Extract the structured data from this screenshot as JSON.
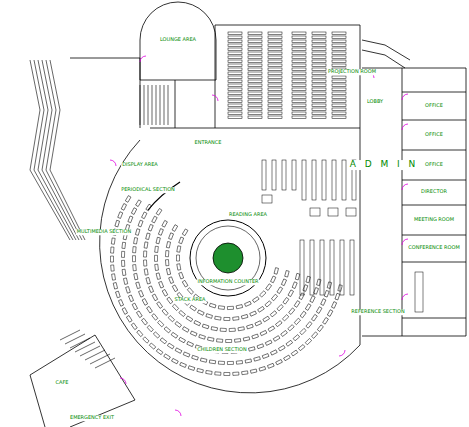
{
  "diagram": {
    "labels": [
      "LOUNGE AREA",
      "PROJECTION ROOM",
      "LOBBY",
      "A D M I N",
      "OFFICE",
      "OFFICE",
      "OFFICE",
      "DIRECTOR",
      "MEETING ROOM",
      "CONFERENCE ROOM",
      "ENTRANCE",
      "DISPLAY AREA",
      "PERIODICAL SECTION",
      "MULTIMEDIA SECTION",
      "READING AREA",
      "INFORMATION COUNTER",
      "STACK AREA",
      "CHILDREN SECTION",
      "REFERENCE SECTION",
      "CAFE",
      "EMERGENCY EXIT"
    ]
  }
}
